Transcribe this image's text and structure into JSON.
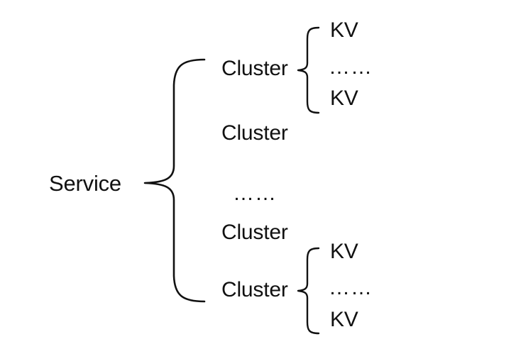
{
  "diagram": {
    "title": "Service to Cluster to KV hierarchy",
    "background_color": "#ffffff",
    "stroke_color": "#111111",
    "text_color": "#111111",
    "root": {
      "label": "Service"
    },
    "ellipsis_glyph": "……",
    "clusters": [
      {
        "label": "Cluster",
        "has_brace": true,
        "children": [
          {
            "label": "KV"
          },
          {
            "label": "……"
          },
          {
            "label": "KV"
          }
        ]
      },
      {
        "label": "Cluster",
        "has_brace": false,
        "children": []
      },
      {
        "label": "……",
        "is_ellipsis": true
      },
      {
        "label": "Cluster",
        "has_brace": false,
        "children": []
      },
      {
        "label": "Cluster",
        "has_brace": true,
        "children": [
          {
            "label": "KV"
          },
          {
            "label": "……"
          },
          {
            "label": "KV"
          }
        ]
      }
    ]
  },
  "labels": {
    "service": "Service",
    "cluster_1": "Cluster",
    "cluster_2": "Cluster",
    "cluster_3": "Cluster",
    "cluster_4": "Cluster",
    "cluster_ellipsis": "……",
    "kv_top_1": "KV",
    "kv_top_ellipsis": "……",
    "kv_top_2": "KV",
    "kv_bottom_1": "KV",
    "kv_bottom_ellipsis": "……",
    "kv_bottom_2": "KV"
  }
}
